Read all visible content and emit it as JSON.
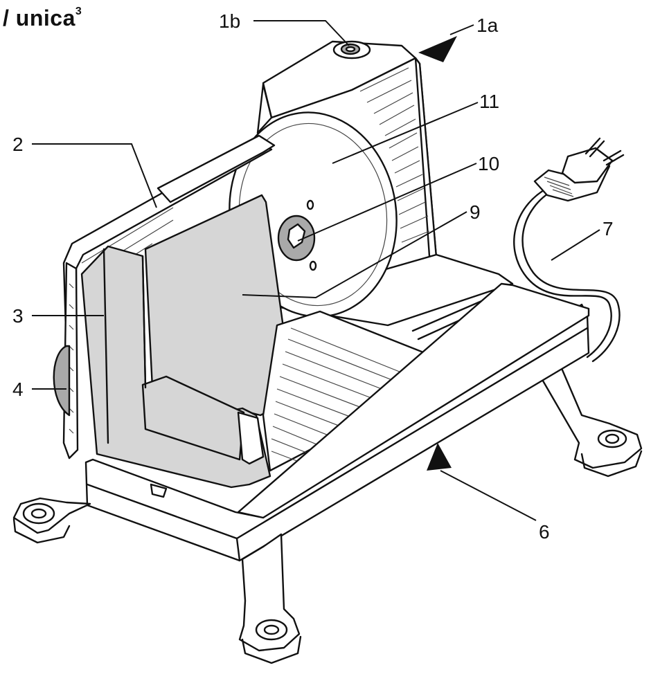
{
  "title": {
    "prefix": "/ unica",
    "superscript": "3"
  },
  "callouts": [
    {
      "id": "1b",
      "text": "1b"
    },
    {
      "id": "1a",
      "text": "1a"
    },
    {
      "id": "11",
      "text": "11"
    },
    {
      "id": "2",
      "text": "2"
    },
    {
      "id": "10",
      "text": "10"
    },
    {
      "id": "9",
      "text": "9"
    },
    {
      "id": "7",
      "text": "7"
    },
    {
      "id": "3",
      "text": "3"
    },
    {
      "id": "4",
      "text": "4"
    },
    {
      "id": "6",
      "text": "6"
    }
  ],
  "colors": {
    "line": "#111111",
    "part_fill": "#d6d6d6",
    "dark_fill": "#a9a9a9",
    "background": "#ffffff"
  }
}
